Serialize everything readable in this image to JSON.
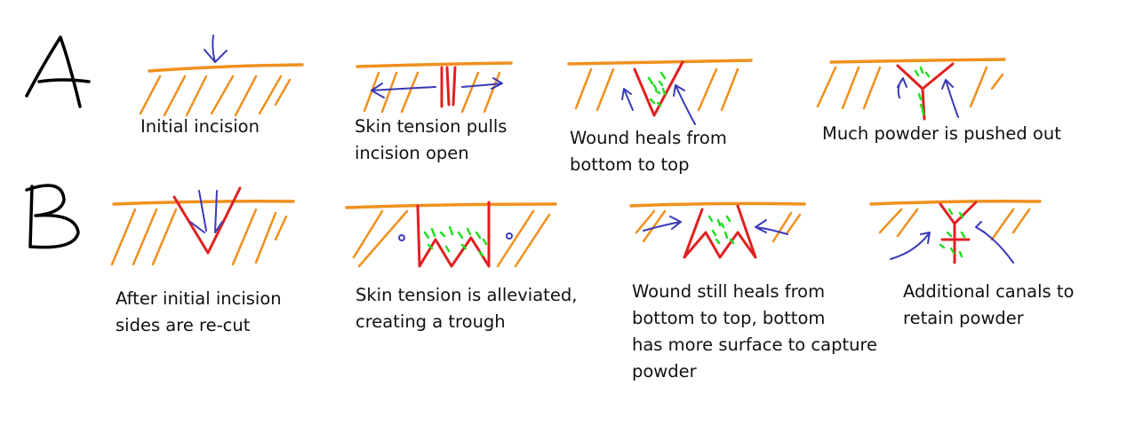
{
  "rows": {
    "a": {
      "label": "A",
      "panels": [
        {
          "caption": [
            "Initial incision"
          ]
        },
        {
          "caption": [
            "Skin tension pulls",
            "incision open"
          ]
        },
        {
          "caption": [
            "Wound heals from",
            "bottom to top"
          ]
        },
        {
          "caption": [
            "Much powder is pushed out"
          ]
        }
      ]
    },
    "b": {
      "label": "B",
      "panels": [
        {
          "caption": [
            "After initial incision",
            "sides are re-cut"
          ]
        },
        {
          "caption": [
            "Skin tension is alleviated,",
            "creating a trough"
          ]
        },
        {
          "caption": [
            "Wound still heals from",
            "bottom to top, bottom",
            "has more surface to capture",
            "powder"
          ]
        },
        {
          "caption": [
            "Additional canals to",
            "retain powder"
          ]
        }
      ]
    }
  },
  "colors": {
    "skin": "#f0901e",
    "incision": "#e02020",
    "force": "#3a3ab8",
    "powder": "#22e022"
  }
}
